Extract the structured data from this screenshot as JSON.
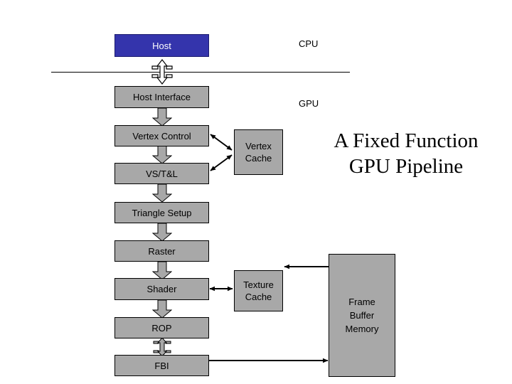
{
  "diagram": {
    "title": "A Fixed Function\nGPU Pipeline",
    "title_line1": "A Fixed Function",
    "title_line2": "GPU Pipeline",
    "side_labels": {
      "cpu": "CPU",
      "gpu": "GPU"
    },
    "colors": {
      "host_fill": "#3434ac",
      "host_text": "#ffffff",
      "block_fill": "#a8a8a8",
      "block_border": "#000000",
      "line": "#000000",
      "background": "#ffffff"
    },
    "pipeline_blocks": [
      {
        "id": "host",
        "label": "Host"
      },
      {
        "id": "host-interface",
        "label": "Host Interface"
      },
      {
        "id": "vertex-control",
        "label": "Vertex Control"
      },
      {
        "id": "vs-tl",
        "label": "VS/T&L"
      },
      {
        "id": "triangle-setup",
        "label": "Triangle Setup"
      },
      {
        "id": "raster",
        "label": "Raster"
      },
      {
        "id": "shader",
        "label": "Shader"
      },
      {
        "id": "rop",
        "label": "ROP"
      },
      {
        "id": "fbi",
        "label": "FBI"
      }
    ],
    "memory_blocks": [
      {
        "id": "vertex-cache",
        "label": "Vertex\nCache",
        "line1": "Vertex",
        "line2": "Cache"
      },
      {
        "id": "texture-cache",
        "label": "Texture\nCache",
        "line1": "Texture",
        "line2": "Cache"
      },
      {
        "id": "frame-buffer-memory",
        "label": "Frame\nBuffer\nMemory",
        "line1": "Frame",
        "line2": "Buffer",
        "line3": "Memory"
      }
    ],
    "connections": [
      {
        "from": "host",
        "to": "host-interface",
        "style": "white-block-bidirectional"
      },
      {
        "from": "host-interface",
        "to": "vertex-control",
        "style": "gray-block-down"
      },
      {
        "from": "vertex-control",
        "to": "vs-tl",
        "style": "gray-block-down"
      },
      {
        "from": "vs-tl",
        "to": "triangle-setup",
        "style": "gray-block-down"
      },
      {
        "from": "triangle-setup",
        "to": "raster",
        "style": "gray-block-down"
      },
      {
        "from": "raster",
        "to": "shader",
        "style": "gray-block-down"
      },
      {
        "from": "shader",
        "to": "rop",
        "style": "gray-block-down"
      },
      {
        "from": "rop",
        "to": "fbi",
        "style": "gray-block-bidirectional"
      },
      {
        "from": "vertex-control",
        "to": "vertex-cache",
        "style": "thin-bidirectional-diagonal"
      },
      {
        "from": "vs-tl",
        "to": "vertex-cache",
        "style": "thin-bidirectional-diagonal"
      },
      {
        "from": "shader",
        "to": "texture-cache",
        "style": "thin-bidirectional"
      },
      {
        "from": "frame-buffer-memory",
        "to": "texture-cache",
        "style": "thin-arrow-left"
      },
      {
        "from": "fbi",
        "to": "frame-buffer-memory",
        "style": "thin-arrow-right"
      }
    ]
  }
}
